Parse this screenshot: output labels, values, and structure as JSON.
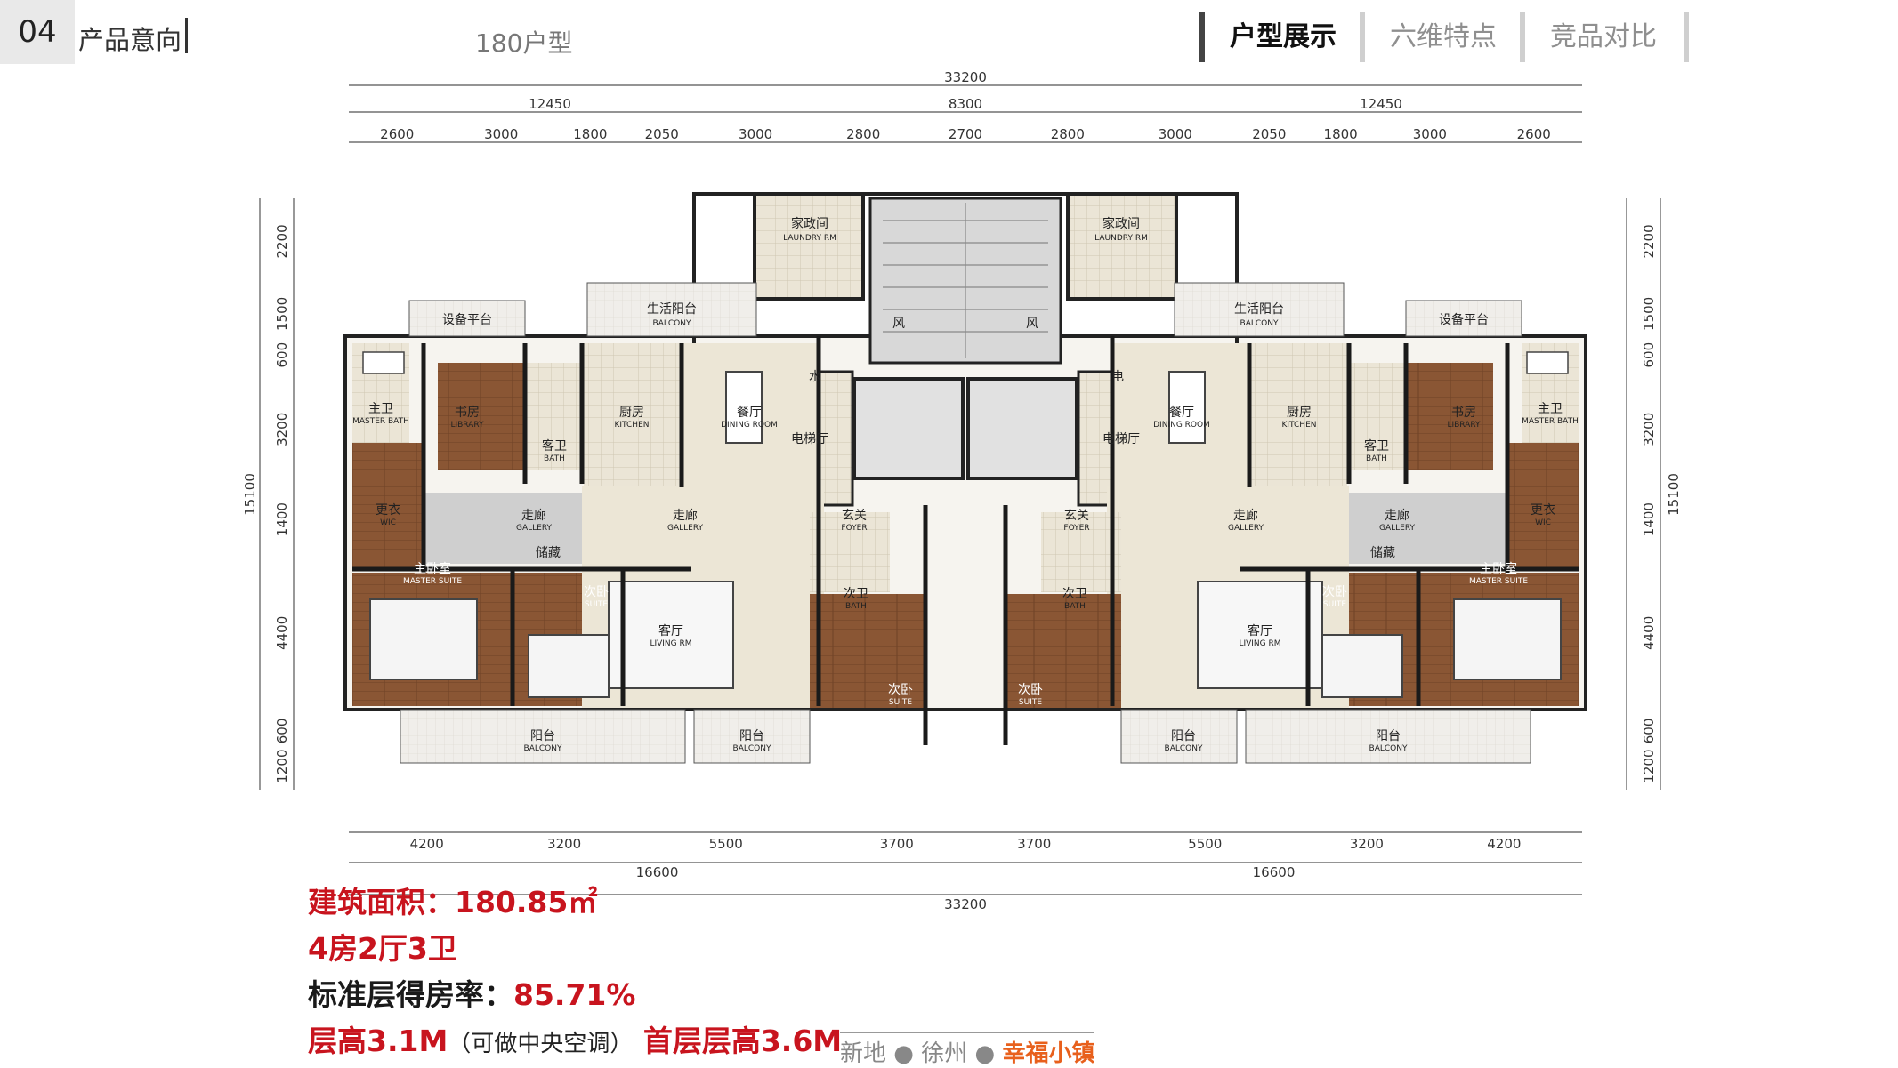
{
  "header": {
    "section_number": "04",
    "section_title": "产品意向",
    "unit_type": "180户型",
    "tabs": [
      {
        "label": "户型展示",
        "active": true
      },
      {
        "label": "六维特点",
        "active": false
      },
      {
        "label": "竞品对比",
        "active": false
      }
    ]
  },
  "plan": {
    "dims_top_total": "33200",
    "dims_top_mid": [
      "12450",
      "8300",
      "12450"
    ],
    "dims_top_detail": [
      "2600",
      "3000",
      "1800",
      "2050",
      "3000",
      "2800",
      "2700",
      "2800",
      "3000",
      "2050",
      "1800",
      "3000",
      "2600"
    ],
    "dims_bottom_detail": [
      "4200",
      "3200",
      "5500",
      "3700",
      "3700",
      "5500",
      "3200",
      "4200"
    ],
    "dims_bottom_mid": [
      "16600",
      "16600"
    ],
    "dims_bottom_total": "33200",
    "dims_left": [
      "2200",
      "1500",
      "600",
      "3200",
      "1400",
      "4400",
      "600",
      "1200"
    ],
    "dims_right": [
      "2200",
      "1500",
      "600",
      "3200",
      "1400",
      "4400",
      "600",
      "1200"
    ],
    "dims_side_total": "15100",
    "rooms": {
      "laundry": "家政间",
      "laundry_en": "LAUNDRY RM",
      "equipment": "设备平台",
      "service_balcony": "生活阳台",
      "service_balcony_en": "BALCONY",
      "master_bath": "主卫",
      "master_bath_en": "MASTER BATH",
      "library": "书房",
      "library_en": "LIBRARY",
      "guest_bath": "客卫",
      "guest_bath_en": "BATH",
      "kitchen": "厨房",
      "kitchen_en": "KITCHEN",
      "dining": "餐厅",
      "dining_en": "DINING ROOM",
      "elevator_hall": "电梯厅",
      "walkin": "更衣",
      "walkin_en": "WIC",
      "gallery": "走廊",
      "gallery_en": "GALLERY",
      "storage": "储藏",
      "foyer": "玄关",
      "foyer_en": "FOYER",
      "master_suite": "主卧室",
      "master_suite_en": "MASTER SUITE",
      "suite": "次卧",
      "suite_en": "SUITE",
      "living": "客厅",
      "living_en": "LIVING RM",
      "second_bath": "次卫",
      "second_bath_en": "BATH",
      "balcony": "阳台",
      "balcony_en": "BALCONY",
      "air_shaft": "风",
      "water": "水",
      "power": "电"
    }
  },
  "info": {
    "area_label": "建筑面积：",
    "area_value": "180.85㎡",
    "layout": "4房2厅3卫",
    "ratio_label": "标准层得房率：",
    "ratio_value": "85.71%",
    "height_label": "层高3.1M",
    "height_note": "（可做中央空调）",
    "first_floor": "首层层高3.6M"
  },
  "footer": {
    "brand_prefix": "新地 ● 徐州 ●",
    "brand_highlight": "幸福小镇"
  },
  "colors": {
    "accent_red": "#c8141e",
    "wood": "#8a5634",
    "tile": "#e8e2d2",
    "wall": "#1a1a1a",
    "brand_orange": "#e8601c"
  }
}
